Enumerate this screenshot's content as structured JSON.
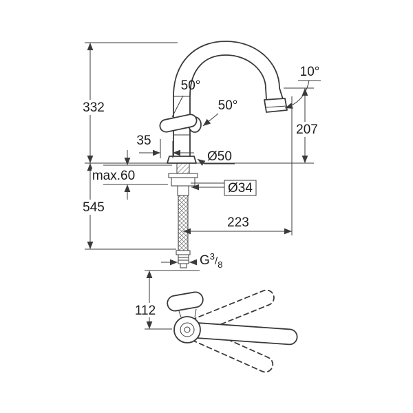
{
  "page": {
    "background": "#ffffff",
    "line_color": "#3a3a3a"
  },
  "drawing": {
    "type": "technical-dimension-drawing",
    "subject": "single-lever kitchen mixer tap with high arc spout, side elevation and plan view",
    "dimensions": {
      "total_height": "332",
      "hose_length": "545",
      "lever_offset": "35",
      "max_deck_thickness": "max.60",
      "base_diameter": "Ø50",
      "hole_diameter": "Ø34",
      "spout_projection": "223",
      "spout_height": "207",
      "aerator_angle": "10°",
      "lever_angle_front": "50°",
      "lever_angle_back": "50°",
      "plan_view_offset": "112",
      "thread": {
        "prefix": "G",
        "numerator": "3",
        "slash": "/",
        "denominator": "8"
      }
    }
  }
}
